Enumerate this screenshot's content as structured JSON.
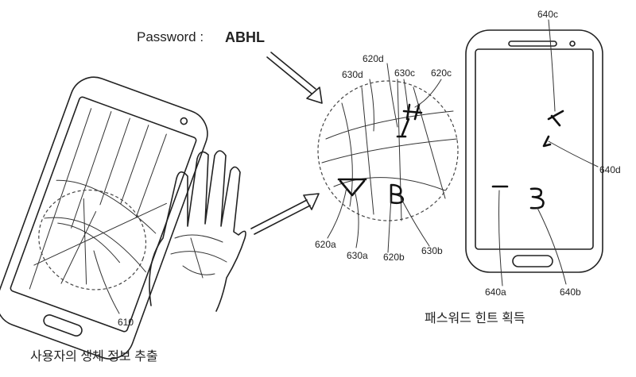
{
  "password": {
    "label": "Password :",
    "value": "ABHL"
  },
  "captions": {
    "left": "사용자의 생체 정보 추출",
    "right": "패스워드 힌트 획득"
  },
  "refs": {
    "r610": "610",
    "r620a": "620a",
    "r620b": "620b",
    "r620c": "620c",
    "r620d": "620d",
    "r630a": "630a",
    "r630b": "630b",
    "r630c": "630c",
    "r630d": "630d",
    "r640a": "640a",
    "r640b": "640b",
    "r640c": "640c",
    "r640d": "640d"
  }
}
